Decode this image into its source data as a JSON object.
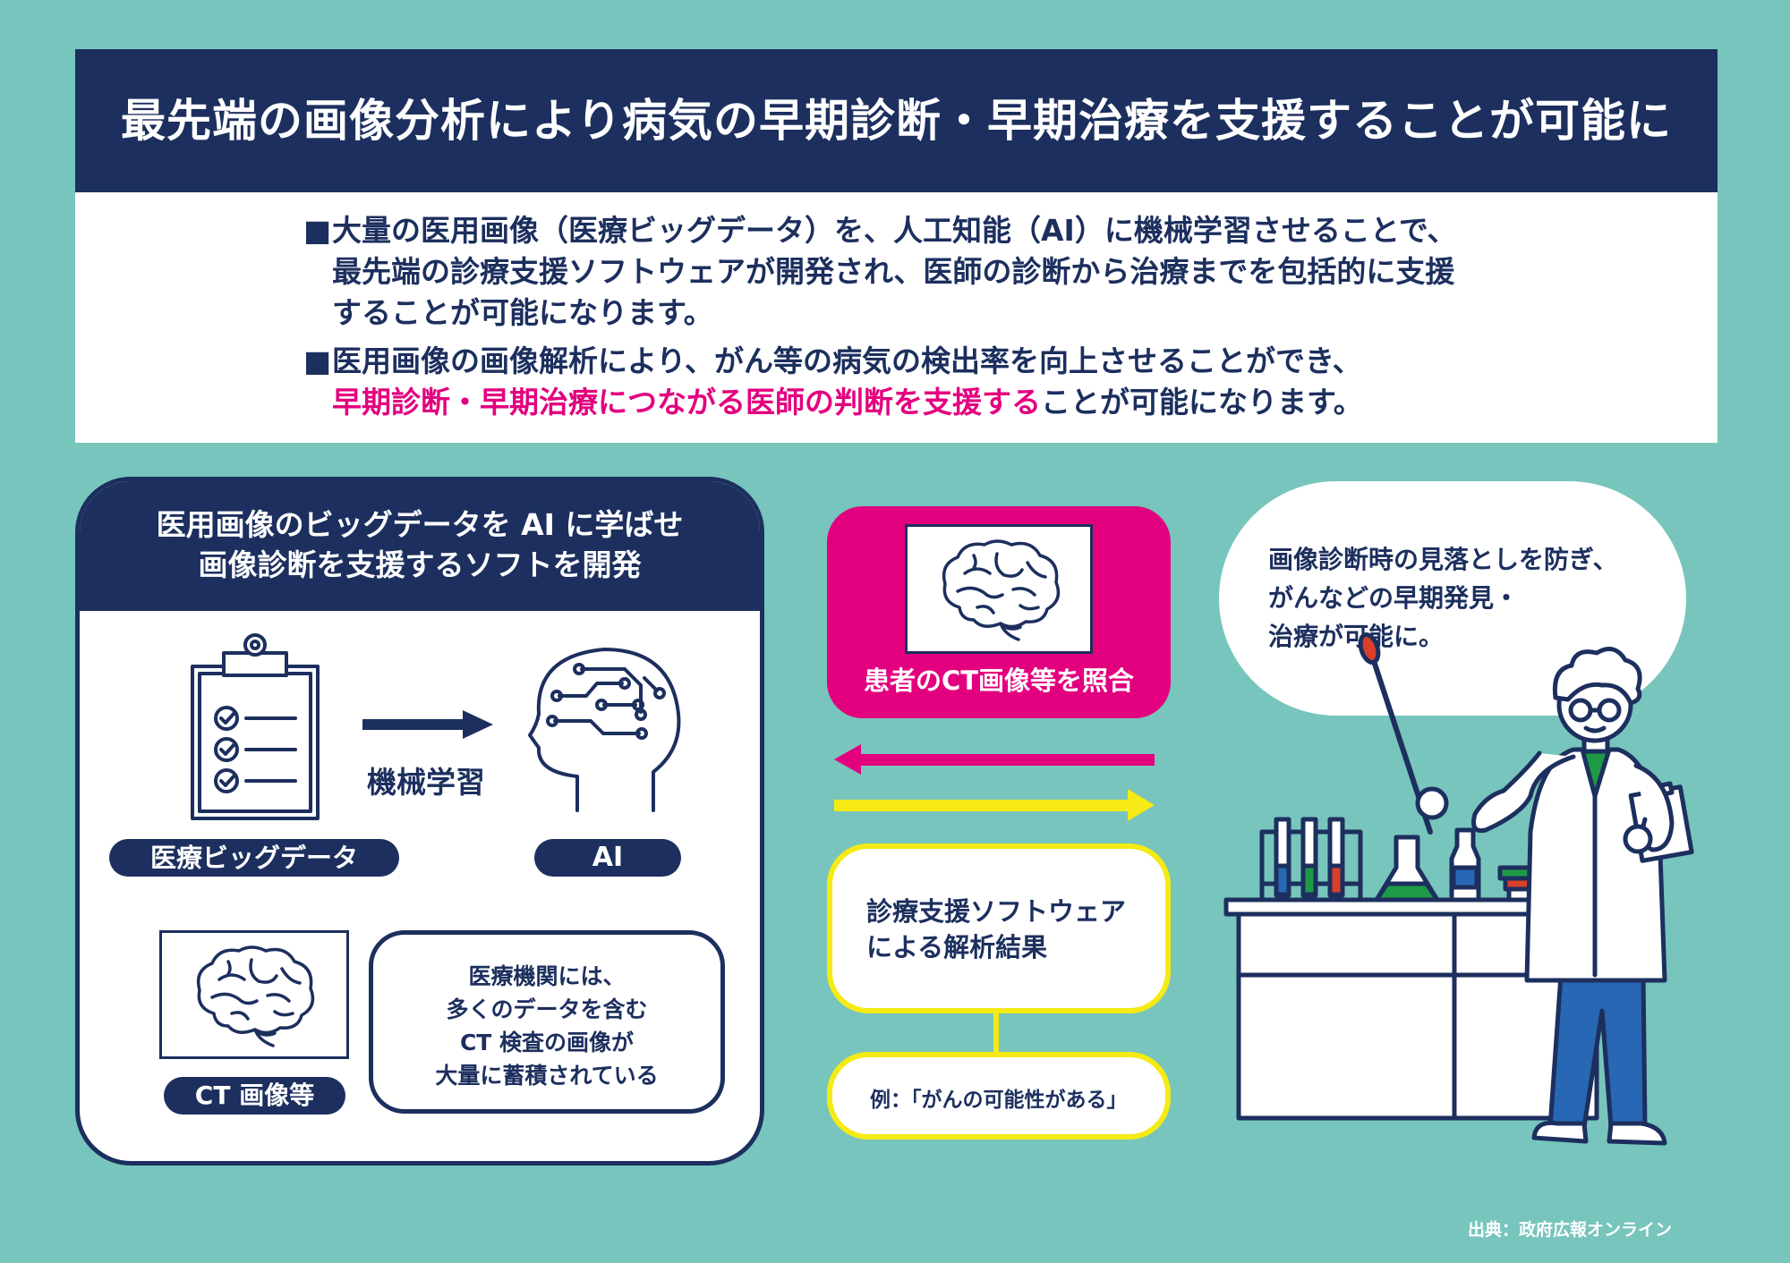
{
  "header": {
    "title": "最先端の画像分析により病気の早期診断・早期治療を支援することが可能に"
  },
  "intro": {
    "bullet_mark": "■",
    "bullet1": [
      "大量の医用画像（医療ビッグデータ）を、人工知能（AI）に機械学習させることで、",
      "最先端の診療支援ソフトウェアが開発され、医師の診断から治療までを包括的に支援",
      "することが可能になります。"
    ],
    "bullet2_line1": "医用画像の画像解析により、がん等の病気の検出率を向上させることができ、",
    "bullet2_highlight": "早期診断・早期治療につながる医師の判断を支援する",
    "bullet2_rest": "ことが可能になります。"
  },
  "left_panel": {
    "title_line1": "医用画像のビッグデータを AI に学ばせ",
    "title_line2": "画像診断を支援するソフトを開発",
    "arrow_label": "機械学習",
    "big_data_label": "医療ビッグデータ",
    "ai_label": "AI",
    "ct_label": "CT 画像等",
    "note": [
      "医療機関には、",
      "多くのデータを含む",
      "CT 検査の画像が",
      "大量に蓄積されている"
    ]
  },
  "middle": {
    "ct_match_label": "患者のCT画像等を照合",
    "result_line1": "診療支援ソフトウェア",
    "result_line2": "による解析結果",
    "example": "例：「がんの可能性がある」"
  },
  "right": {
    "bubble": [
      "画像診断時の見落としを防ぎ、",
      "がんなどの早期発見・",
      "治療が可能に。"
    ]
  },
  "footer": {
    "source": "出典：政府広報オンライン"
  },
  "colors": {
    "navy": "#1c2f5e",
    "teal": "#77c5bc",
    "magenta": "#e3007f",
    "yellow": "#f5ea14"
  }
}
